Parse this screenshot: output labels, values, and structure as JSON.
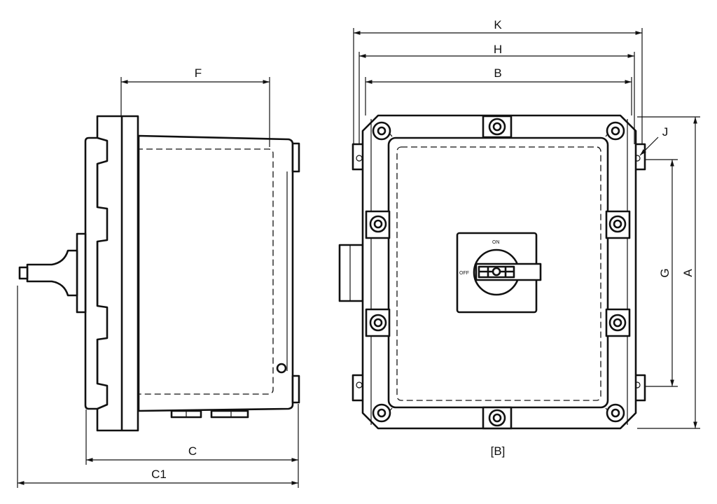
{
  "title": "Enclosure isolator switch dimensional drawing",
  "dimensions": {
    "K": "K",
    "H": "H",
    "B": "B",
    "F": "F",
    "J": "J",
    "G": "G",
    "A": "A",
    "C": "C",
    "C1": "C1",
    "front_caption": "[B]"
  },
  "switch": {
    "on_label": "ON",
    "off_label": "OFF"
  },
  "colors": {
    "line": "#111111",
    "background": "#ffffff"
  }
}
